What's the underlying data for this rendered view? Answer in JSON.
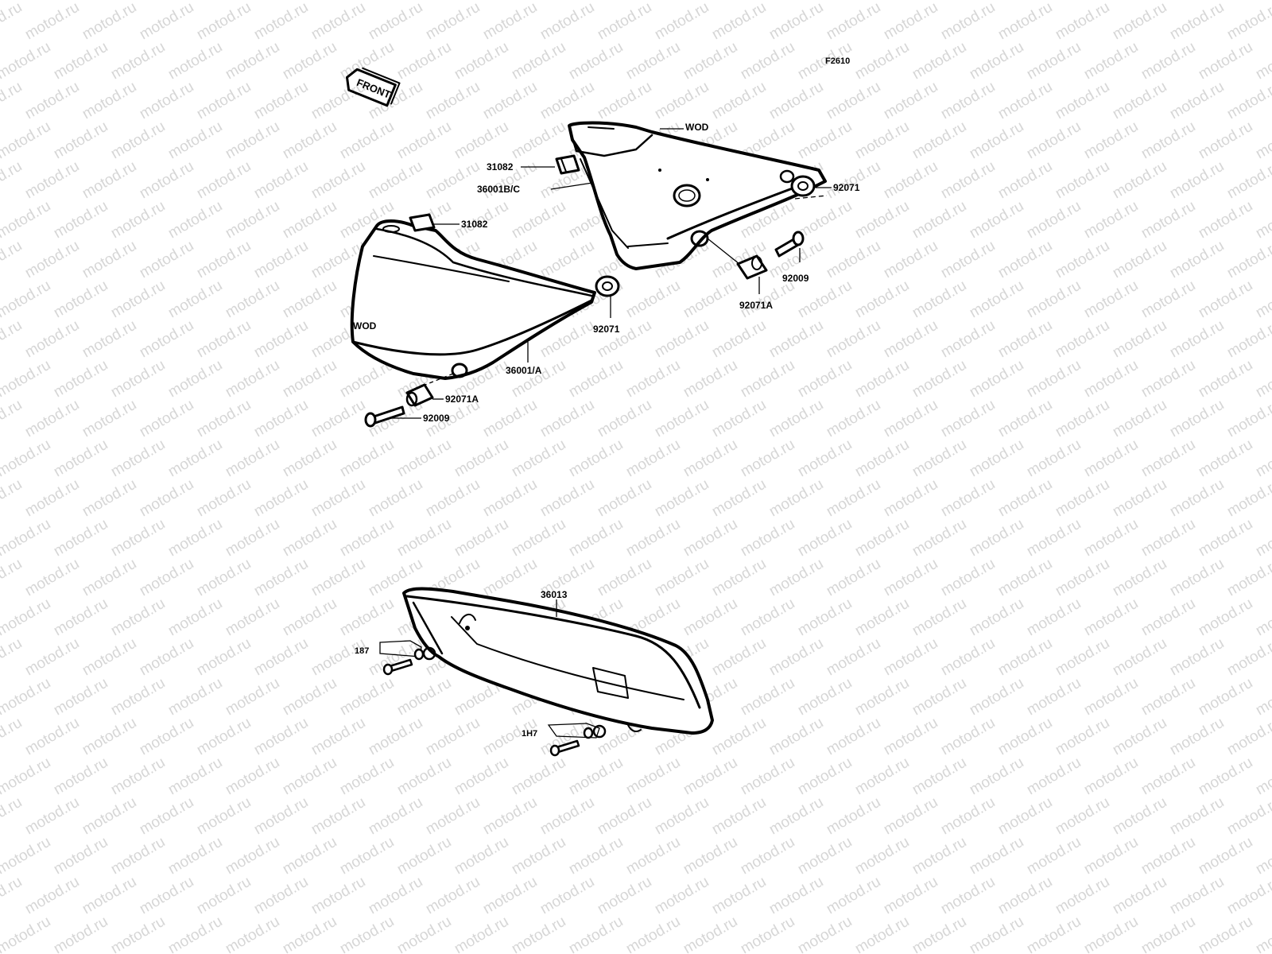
{
  "watermark": "motod.ru",
  "figure_id": "F2610",
  "front_arrow_label": "FRONT",
  "colors": {
    "ink": "#000000",
    "watermark": "#d6d6d6",
    "background": "#ffffff"
  },
  "labels": {
    "wod_top": "WOD",
    "p31082_a": "31082",
    "p36001B": "36001B/C",
    "p92071_top": "92071",
    "p92009_top": "92009",
    "p92071A_top": "92071A",
    "p31082_b": "31082",
    "wod_left": "WOD",
    "p92071_mid": "92071",
    "p36001A": "36001/A",
    "p92071A_bot": "92071A",
    "p92009_bot": "92009",
    "p36013": "36013",
    "p187_a": "187",
    "p187_b": "1H7"
  }
}
